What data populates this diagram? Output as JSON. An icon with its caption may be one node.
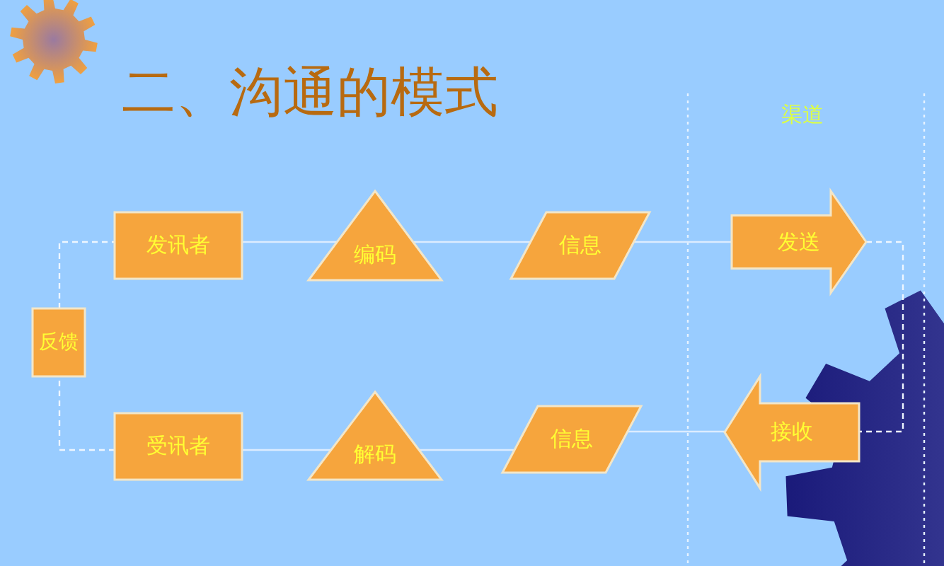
{
  "diagram": {
    "title": "二、沟通的模式",
    "nodes": [
      {
        "text": [
          "发讯者"
        ]
      },
      {
        "text": [
          "编码"
        ]
      },
      {
        "text": [
          "信息"
        ]
      },
      {
        "text": [
          "发送"
        ]
      },
      {
        "text": [
          "反馈"
        ]
      },
      {
        "text": [
          "受讯者"
        ]
      },
      {
        "text": [
          "解码"
        ]
      },
      {
        "text": [
          "信息"
        ]
      },
      {
        "text": [
          "接收"
        ]
      }
    ],
    "edges": [
      {
        "from": 0,
        "to": 1,
        "arrow": "none"
      },
      {
        "from": 1,
        "to": 2,
        "arrow": "none"
      },
      {
        "from": 2,
        "to": 3,
        "arrow": "none"
      },
      {
        "from": 3,
        "to": 8,
        "arrow": "none",
        "style": "dashed"
      },
      {
        "from": 8,
        "to": 7,
        "arrow": "none"
      },
      {
        "from": 7,
        "to": 6,
        "arrow": "none"
      },
      {
        "from": 6,
        "to": 5,
        "arrow": "none"
      },
      {
        "from": 5,
        "to": 4,
        "arrow": "none",
        "style": "dashed"
      },
      {
        "from": 4,
        "to": 0,
        "arrow": "none",
        "style": "dashed"
      }
    ],
    "labels": [
      "渠道"
    ]
  }
}
